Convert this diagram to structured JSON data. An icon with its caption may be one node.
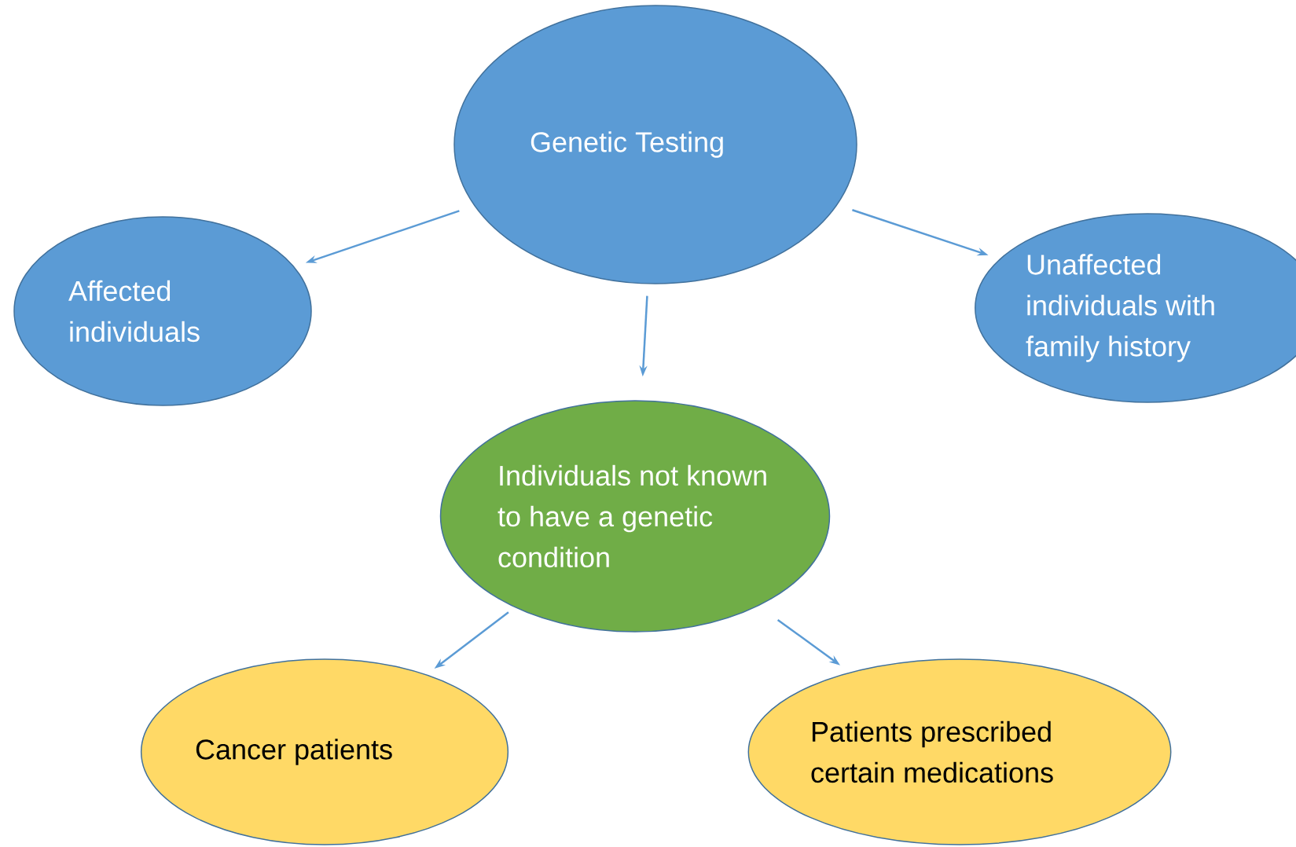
{
  "diagram": {
    "nodes": [
      {
        "text": [
          "Genetic Testing"
        ]
      },
      {
        "text": [
          "Affected individuals"
        ]
      },
      {
        "text": [
          "Unaffected individuals with family history"
        ]
      },
      {
        "text": [
          "Individuals not known to have a genetic condition"
        ]
      },
      {
        "text": [
          "Cancer patients"
        ]
      },
      {
        "text": [
          "Patients prescribed certain medications"
        ]
      }
    ],
    "edges": [
      {
        "from": 0,
        "to": 1,
        "arrow": "to"
      },
      {
        "from": 0,
        "to": 2,
        "arrow": "to"
      },
      {
        "from": 0,
        "to": 3,
        "arrow": "to"
      },
      {
        "from": 3,
        "to": 4,
        "arrow": "to"
      },
      {
        "from": 3,
        "to": 5,
        "arrow": "to"
      }
    ]
  }
}
